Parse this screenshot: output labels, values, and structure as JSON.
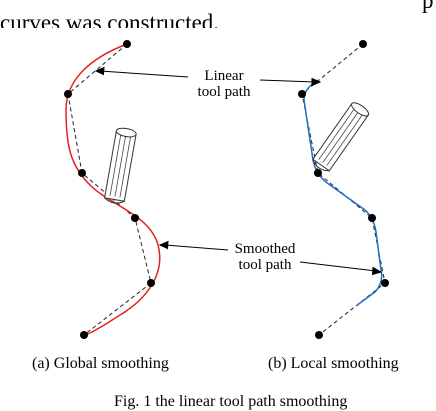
{
  "paper": {
    "top_line_1_end": "p",
    "top_line_2": "curves was constructed."
  },
  "figure": {
    "label_linear_1": "Linear",
    "label_linear_2": "tool path",
    "label_smoothed_1": "Smoothed",
    "label_smoothed_2": "tool path",
    "sub_a": "(a) Global smoothing",
    "sub_b": "(b) Local smoothing",
    "caption": "Fig. 1 the linear tool path smoothing"
  },
  "colors": {
    "global_curve": "#e32222",
    "local_curve": "#1f6fc8",
    "linear_path": "#222222"
  }
}
